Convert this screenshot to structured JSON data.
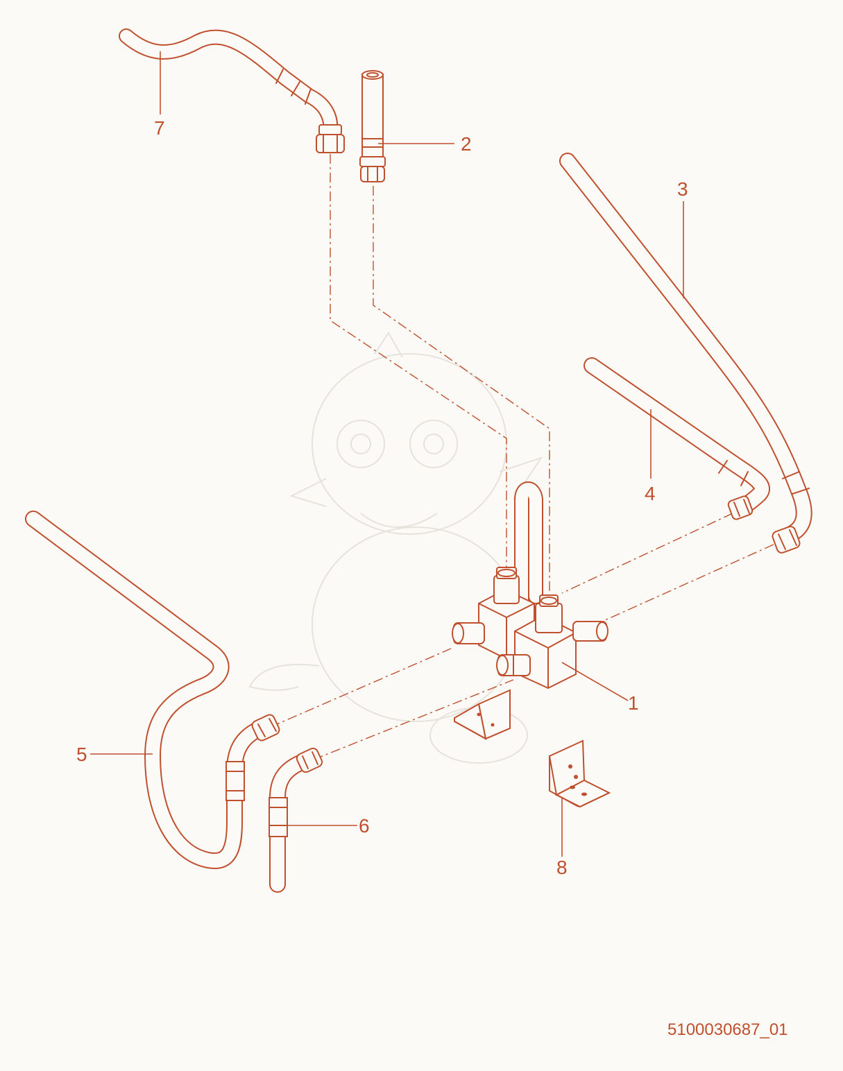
{
  "parts": [
    {
      "number": "1"
    },
    {
      "number": "2"
    },
    {
      "number": "3"
    },
    {
      "number": "4"
    },
    {
      "number": "5"
    },
    {
      "number": "6"
    },
    {
      "number": "7"
    },
    {
      "number": "8"
    }
  ],
  "drawing_code": "5100030687_01",
  "colors": {
    "line": "#c0502d",
    "background": "#fbfaf7",
    "watermark": "#e6e2dc"
  }
}
